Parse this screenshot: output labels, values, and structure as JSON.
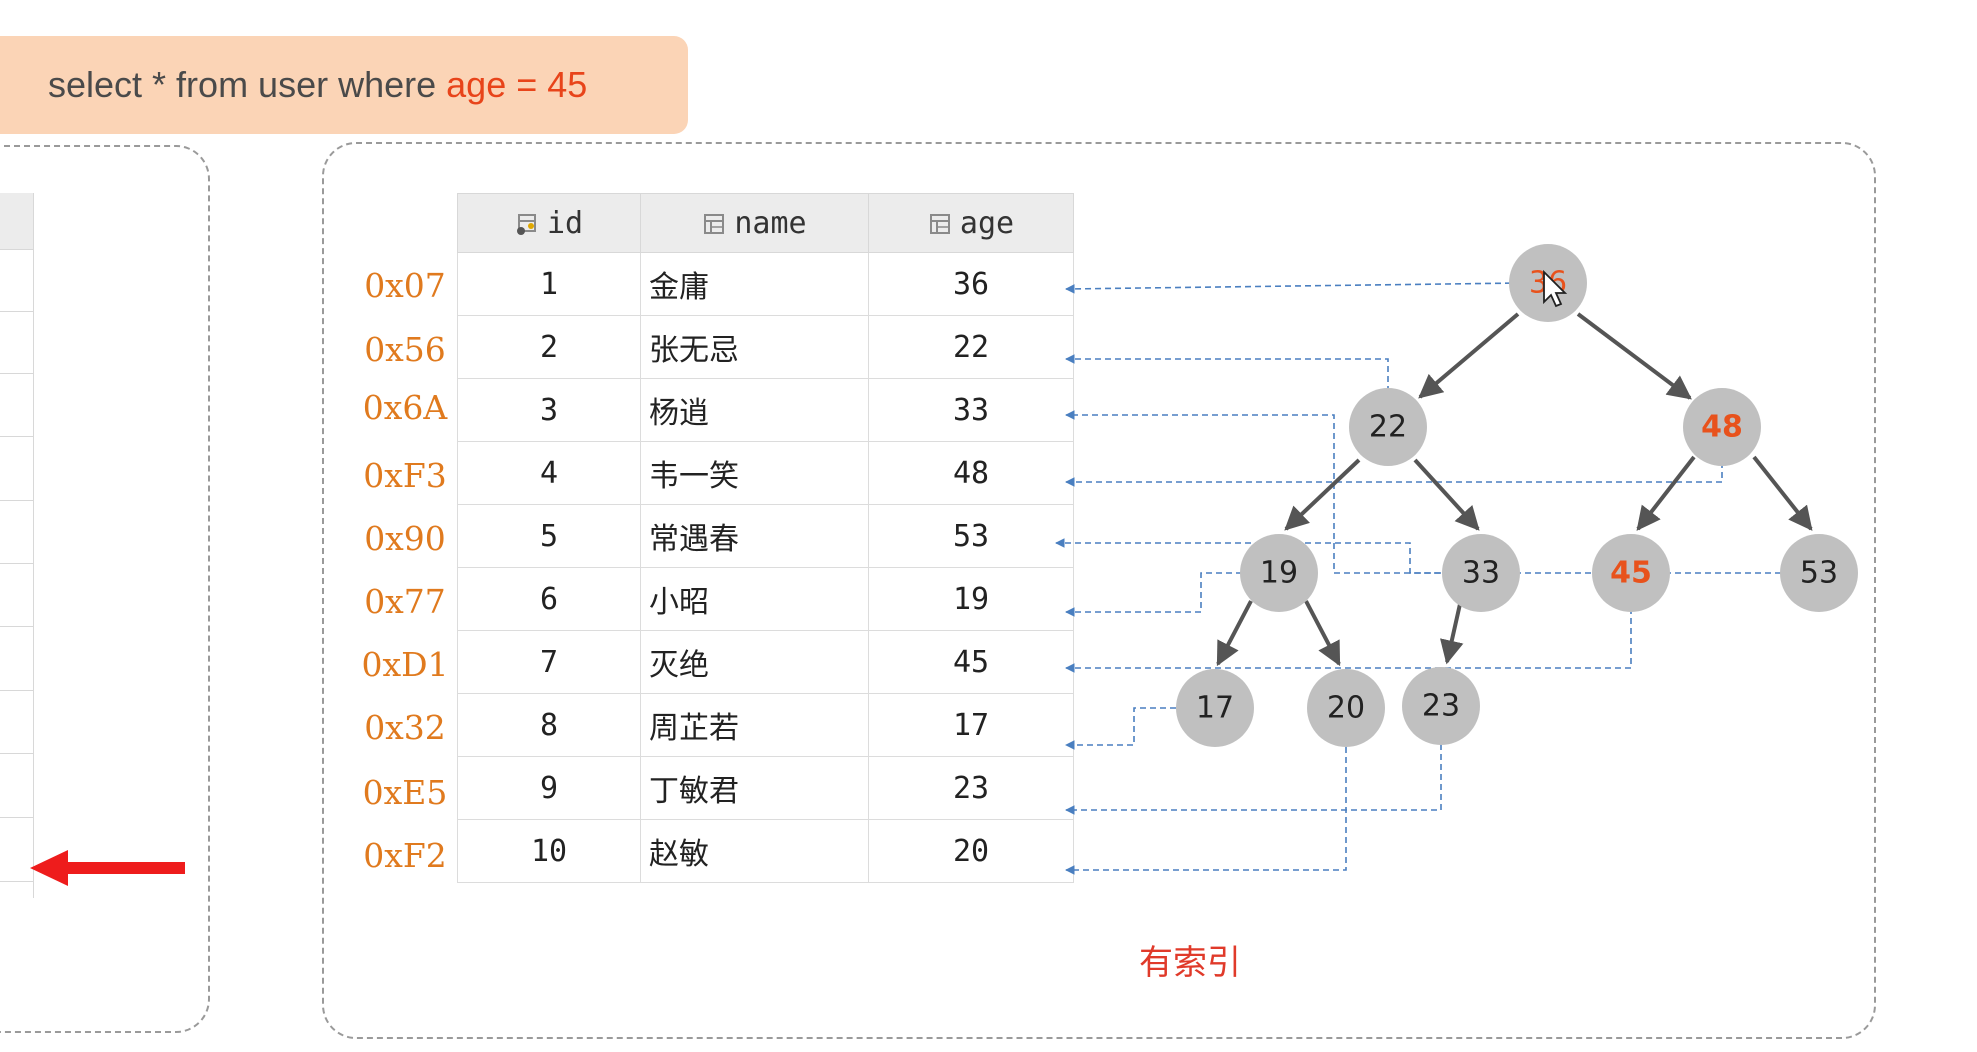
{
  "sql": {
    "prefix": "select * from user where ",
    "highlight": "age = 45"
  },
  "table": {
    "headers": {
      "id": "id",
      "name": "name",
      "age": "age"
    },
    "rows": [
      {
        "addr": "0x07",
        "id": "1",
        "name": "金庸",
        "age": "36"
      },
      {
        "addr": "0x56",
        "id": "2",
        "name": "张无忌",
        "age": "22"
      },
      {
        "addr": "0x6A",
        "id": "3",
        "name": "杨逍",
        "age": "33"
      },
      {
        "addr": "0xF3",
        "id": "4",
        "name": "韦一笑",
        "age": "48"
      },
      {
        "addr": "0x90",
        "id": "5",
        "name": "常遇春",
        "age": "53"
      },
      {
        "addr": "0x77",
        "id": "6",
        "name": "小昭",
        "age": "19"
      },
      {
        "addr": "0xD1",
        "id": "7",
        "name": "灭绝",
        "age": "45"
      },
      {
        "addr": "0x32",
        "id": "8",
        "name": "周芷若",
        "age": "17"
      },
      {
        "addr": "0xE5",
        "id": "9",
        "name": "丁敏君",
        "age": "23"
      },
      {
        "addr": "0xF2",
        "id": "10",
        "name": "赵敏",
        "age": "20"
      }
    ]
  },
  "tree": {
    "nodes": [
      {
        "key": "36",
        "highlight": true
      },
      {
        "key": "22",
        "highlight": false
      },
      {
        "key": "48",
        "highlight": true
      },
      {
        "key": "19",
        "highlight": false
      },
      {
        "key": "33",
        "highlight": false
      },
      {
        "key": "45",
        "highlight": true
      },
      {
        "key": "53",
        "highlight": false
      },
      {
        "key": "17",
        "highlight": false
      },
      {
        "key": "20",
        "highlight": false
      },
      {
        "key": "23",
        "highlight": false
      }
    ]
  },
  "caption": "有索引",
  "colors": {
    "node_fill": "#c0c0c0",
    "highlight_text": "#e8521c",
    "edge": "#555555",
    "pointer": "#4a7fc0",
    "arrow_red": "#ee1c1c"
  }
}
